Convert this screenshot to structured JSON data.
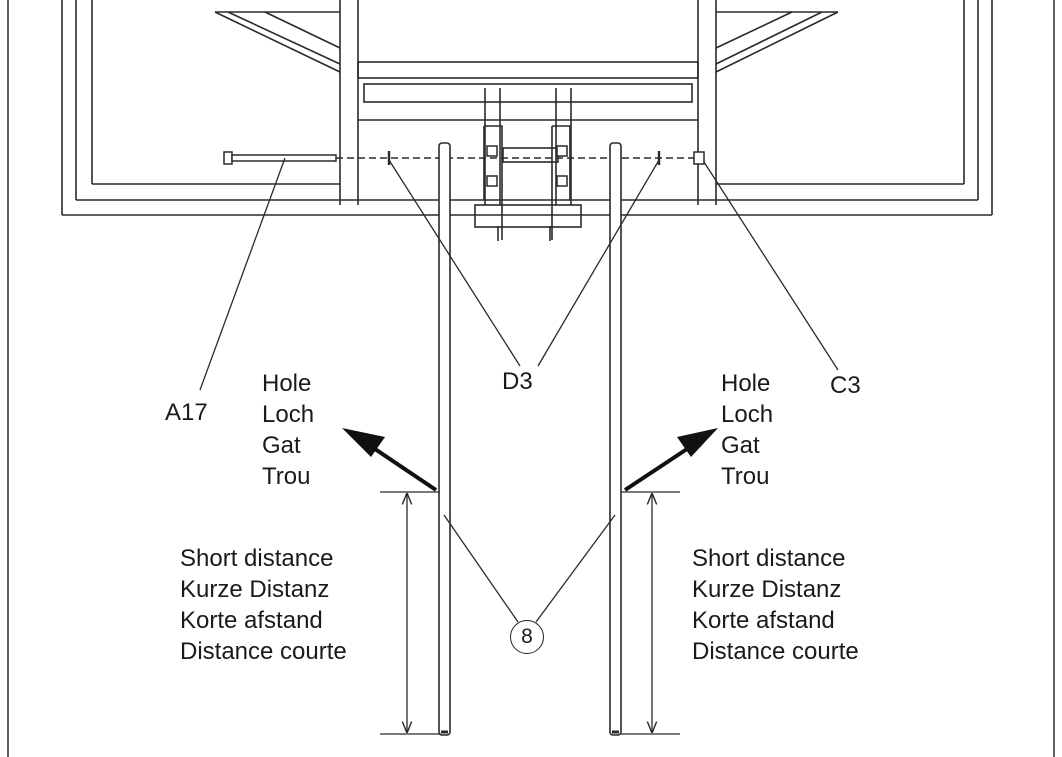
{
  "callouts": {
    "a17": "A17",
    "d3": "D3",
    "c3": "C3",
    "part_number": "8"
  },
  "hole_labels": [
    "Hole",
    "Loch",
    "Gat",
    "Trou"
  ],
  "distance_labels": [
    "Short distance",
    "Kurze Distanz",
    "Korte afstand",
    "Distance courte"
  ],
  "colors": {
    "line": "#2a2a2a",
    "background": "#ffffff"
  }
}
